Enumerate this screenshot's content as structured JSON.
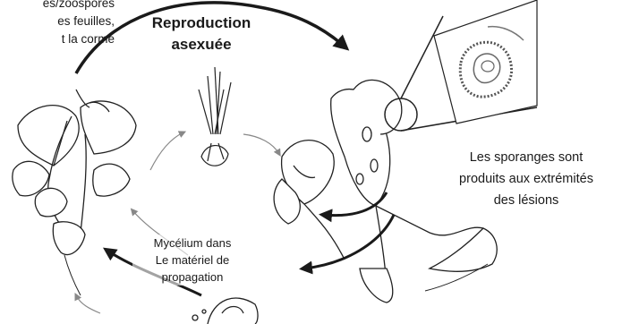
{
  "cycle": {
    "corner_text": [
      "es/zoospores",
      "es feuilles,",
      "t la corme"
    ],
    "title": [
      "Reproduction",
      "asexuée"
    ],
    "sporangia_text": [
      "Les sporanges sont",
      "produits aux extrémités",
      "des lésions"
    ],
    "mycelium_text": [
      "Mycélium dans",
      "Le matériel de",
      "propagation"
    ]
  },
  "colors": {
    "ink": "#1a1a1a",
    "background": "#ffffff"
  }
}
